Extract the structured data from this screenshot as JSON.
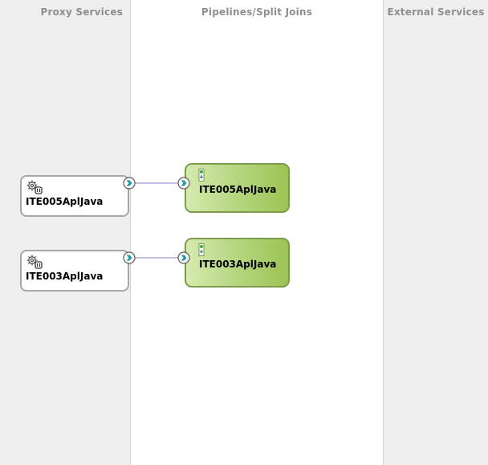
{
  "lanes": {
    "proxy_services": "Proxy Services",
    "pipelines_split_joins": "Pipelines/Split Joins",
    "external_services": "External Services"
  },
  "proxies": [
    {
      "name": "ITE005AplJava"
    },
    {
      "name": "ITE003AplJava"
    }
  ],
  "pipelines": [
    {
      "name": "ITE005AplJava"
    },
    {
      "name": "ITE003AplJava"
    }
  ],
  "colors": {
    "pipeline_fill": "#b8d884",
    "pipeline_border": "#7d9c4b",
    "connector": "#1f9aa5",
    "wire": "#c7bfe6"
  }
}
